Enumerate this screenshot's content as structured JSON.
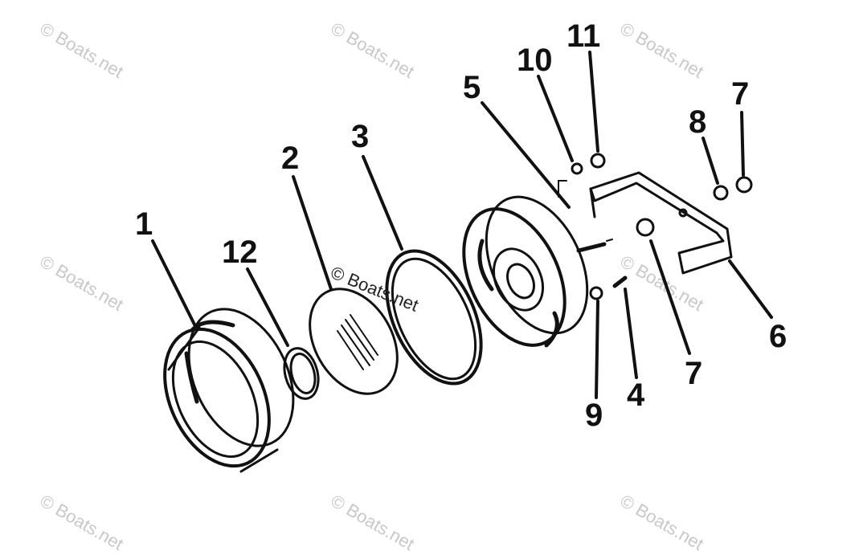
{
  "diagram": {
    "watermark": "© Boats.net",
    "center_watermark": "© Boats.net",
    "callouts": {
      "part1": "1",
      "part2": "2",
      "part3": "3",
      "part4": "4",
      "part5": "5",
      "part6": "6",
      "part7_top": "7",
      "part7_bottom": "7",
      "part8": "8",
      "part9": "9",
      "part10": "10",
      "part11": "11",
      "part12": "12"
    }
  }
}
